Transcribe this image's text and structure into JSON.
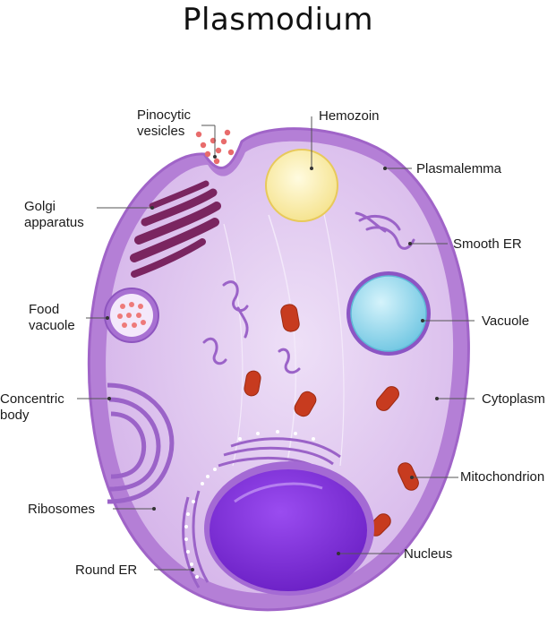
{
  "title": "Plasmodium",
  "labels": {
    "pinocytic_1": "Pinocytic",
    "pinocytic_2": "vesicles",
    "hemozoin": "Hemozoin",
    "plasmalemma": "Plasmalemma",
    "golgi_1": "Golgi",
    "golgi_2": "apparatus",
    "smooth_er": "Smooth ER",
    "food_1": "Food",
    "food_2": "vacuole",
    "vacuole": "Vacuole",
    "concentric_1": "Concentric",
    "concentric_2": "body",
    "cytoplasm": "Cytoplasm",
    "mitochondrion": "Mitochondrion",
    "ribosomes": "Ribosomes",
    "nucleus": "Nucleus",
    "round_er": "Round ER"
  },
  "colors": {
    "membrane": "#a86bd0",
    "cytoplasm": "#dcc0ee",
    "cytoplasm_inner": "#e9d8f5",
    "golgi": "#7a2560",
    "nucleus": "#7a2bd6",
    "vacuole": "#8fd6ec",
    "hemozoin": "#fbf0a8",
    "mitochondria": "#c73b1f",
    "food_vacuole_dots": "#f07f7f"
  }
}
